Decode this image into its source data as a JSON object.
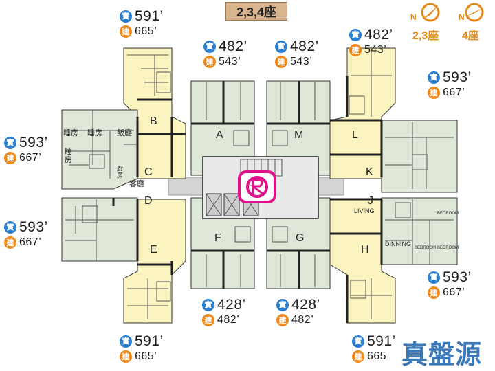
{
  "block_title": "2,3,4座",
  "compass": {
    "north_label": "N",
    "block_labels": [
      "2,3座",
      "4座"
    ],
    "color": "#e58a1a"
  },
  "area_markers": {
    "saleable": "實",
    "gross": "建"
  },
  "units": [
    {
      "pair": "BC-top",
      "saleable": "591’",
      "gross": "665’"
    },
    {
      "pair": "A-top",
      "saleable": "482’",
      "gross": "543’"
    },
    {
      "pair": "M-top",
      "saleable": "482’",
      "gross": "543’"
    },
    {
      "pair": "L-top",
      "saleable": "482’",
      "gross": "543’"
    },
    {
      "pair": "K-right",
      "saleable": "593’",
      "gross": "667’"
    },
    {
      "pair": "C-left",
      "saleable": "593’",
      "gross": "667’"
    },
    {
      "pair": "D-left",
      "saleable": "593’",
      "gross": "667’"
    },
    {
      "pair": "J-right",
      "saleable": "593’",
      "gross": "667’"
    },
    {
      "pair": "F-bottom",
      "saleable": "428’",
      "gross": "482’"
    },
    {
      "pair": "G-bottom",
      "saleable": "428’",
      "gross": "482’"
    },
    {
      "pair": "E-bottom",
      "saleable": "591’",
      "gross": "665’"
    },
    {
      "pair": "H-bottom",
      "saleable": "591’",
      "gross": "665"
    }
  ],
  "flat_letters": [
    "A",
    "B",
    "C",
    "D",
    "E",
    "F",
    "G",
    "H",
    "J",
    "K",
    "L",
    "M"
  ],
  "room_labels": {
    "bedroom1": "睡房",
    "bedroom2": "睡房",
    "bedroom3": "睡房",
    "dining": "飯廳",
    "living": "客廳",
    "kitchen": "廚房",
    "living_en": "LIVING",
    "dining_en": "DINNING",
    "bedroom_en1": "BEDROOM",
    "bedroom_en2": "BEDROOM",
    "bedroom_en3": "BEDROOM"
  },
  "watermark": "真盤源",
  "colors": {
    "flat_green": "#dfe8d8",
    "flat_yellow": "#fbf3c0",
    "corridor": "#d4d4d4",
    "wall": "#222222",
    "saleable_badge": "#2a7fd0",
    "gross_badge": "#f08a1c",
    "logo": "#e0108a"
  }
}
